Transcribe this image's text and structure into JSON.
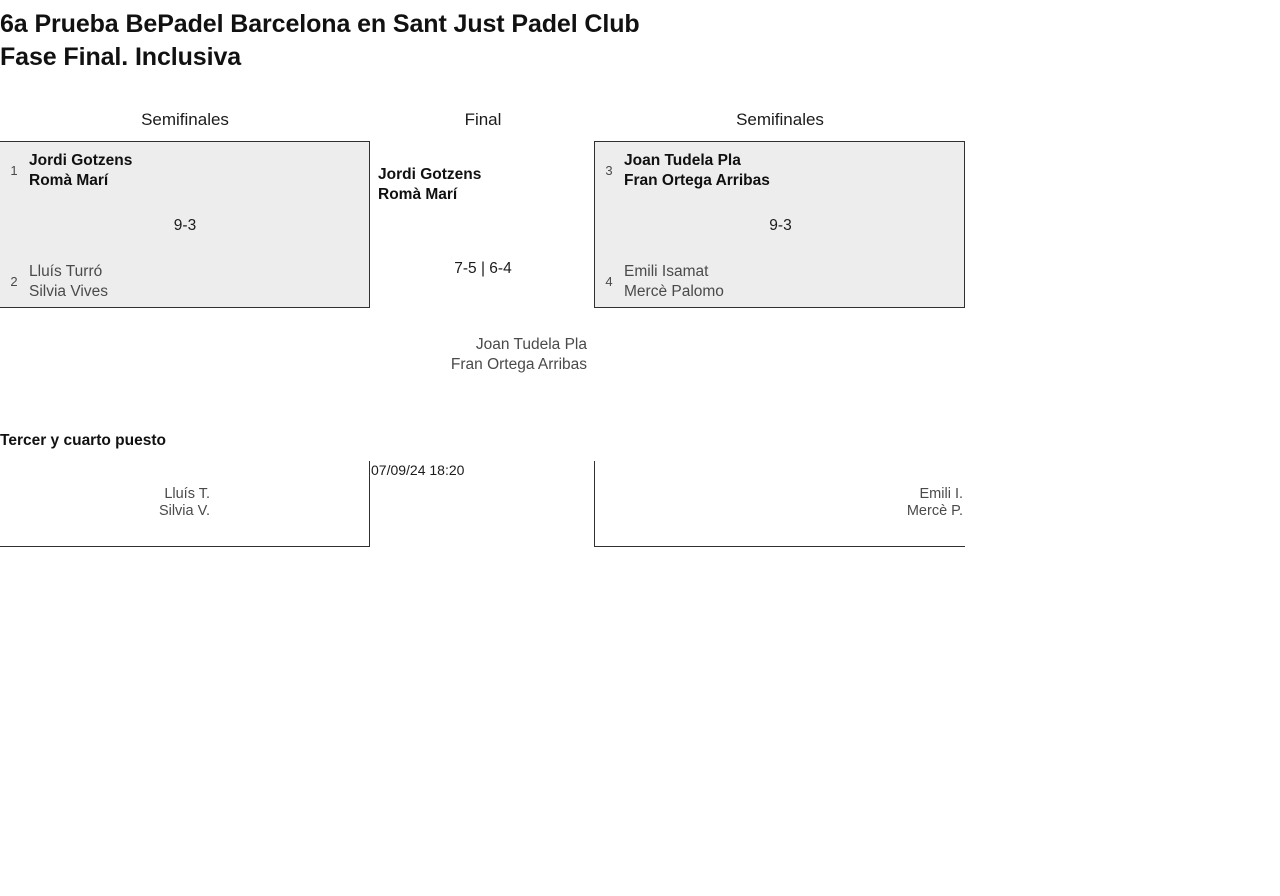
{
  "title": {
    "line1": "6a Prueba BePadel Barcelona en Sant Just Padel Club",
    "line2": "Fase Final. Inclusiva"
  },
  "rounds": {
    "semifinals_left_label": "Semifinales",
    "final_label": "Final",
    "semifinals_right_label": "Semifinales"
  },
  "matches": {
    "semifinal_left": {
      "team_top": {
        "seed": "1",
        "player1": "Jordi Gotzens",
        "player2": "Romà Marí",
        "result": "winner"
      },
      "team_bottom": {
        "seed": "2",
        "player1": "Lluís Turró",
        "player2": "Silvia Vives",
        "result": "loser"
      },
      "score": "9-3"
    },
    "semifinal_right": {
      "team_top": {
        "seed": "3",
        "player1": "Joan Tudela Pla",
        "player2": "Fran Ortega Arribas",
        "result": "winner"
      },
      "team_bottom": {
        "seed": "4",
        "player1": "Emili Isamat",
        "player2": "Mercè Palomo",
        "result": "loser"
      },
      "score": "9-3"
    },
    "final": {
      "winner": {
        "player1": "Jordi Gotzens",
        "player2": "Romà Marí"
      },
      "runner_up": {
        "player1": "Joan Tudela Pla",
        "player2": "Fran Ortega Arribas"
      },
      "score": "7-5 | 6-4"
    },
    "third_place": {
      "heading": "Tercer y cuarto puesto",
      "team_left": {
        "player1": "Lluís T.",
        "player2": "Silvia V."
      },
      "team_right": {
        "player1": "Emili I.",
        "player2": "Mercè P."
      },
      "datetime": "07/09/24 18:20"
    }
  },
  "colors": {
    "box_fill": "#ededed",
    "box_border": "#303030",
    "winner_text": "#101010",
    "loser_text": "#4a4a4a"
  }
}
